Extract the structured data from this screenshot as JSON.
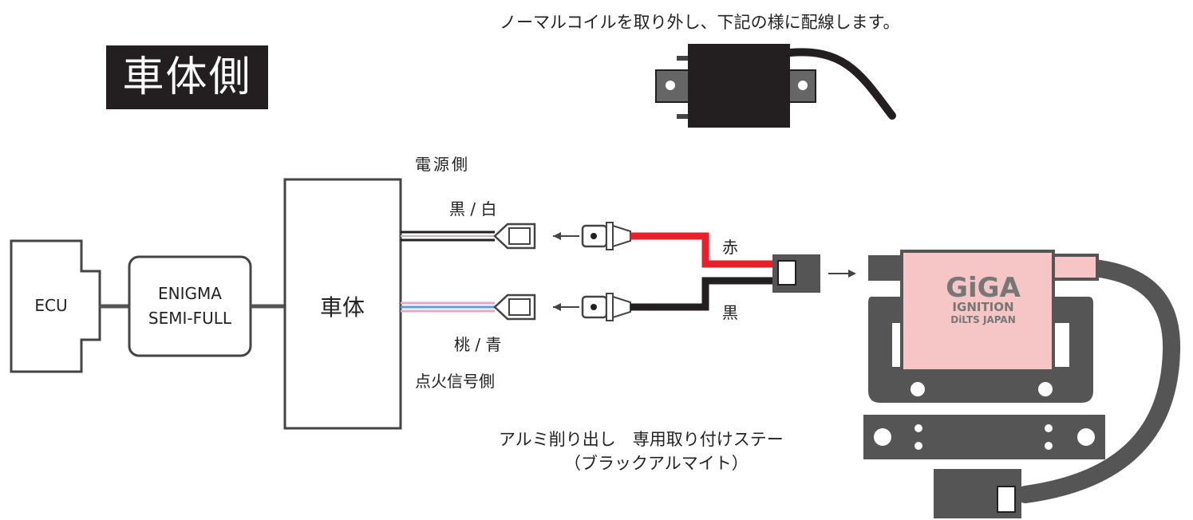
{
  "instruction": "ノーマルコイルを取り外し、下記の様に配線します。",
  "badge": "車体側",
  "blocks": {
    "ecu": "ECU",
    "enigma_line1": "ENIGMA",
    "enigma_line2": "SEMI-FULL",
    "vehicle": "車体"
  },
  "wires": {
    "power_side": "電源側",
    "black_white": "黒 / 白",
    "pink_blue": "桃 / 青",
    "ignition_side": "点火信号側",
    "red": "赤",
    "black": "黒"
  },
  "coil_logo": {
    "line1": "GiGA",
    "line2": "IGNITION",
    "line3": "DiLTS JAPAN"
  },
  "stay": {
    "line1": "アルミ削り出し　専用取り付けステー",
    "line2": "（ブラックアルマイト）"
  },
  "colors": {
    "wire_red": "#e8202a",
    "wire_black": "#231f20",
    "wire_pink": "#e9a7c4",
    "wire_blue": "#5aa0d8",
    "coil_pink": "#f6c6c6",
    "coil_gray": "#555555"
  }
}
